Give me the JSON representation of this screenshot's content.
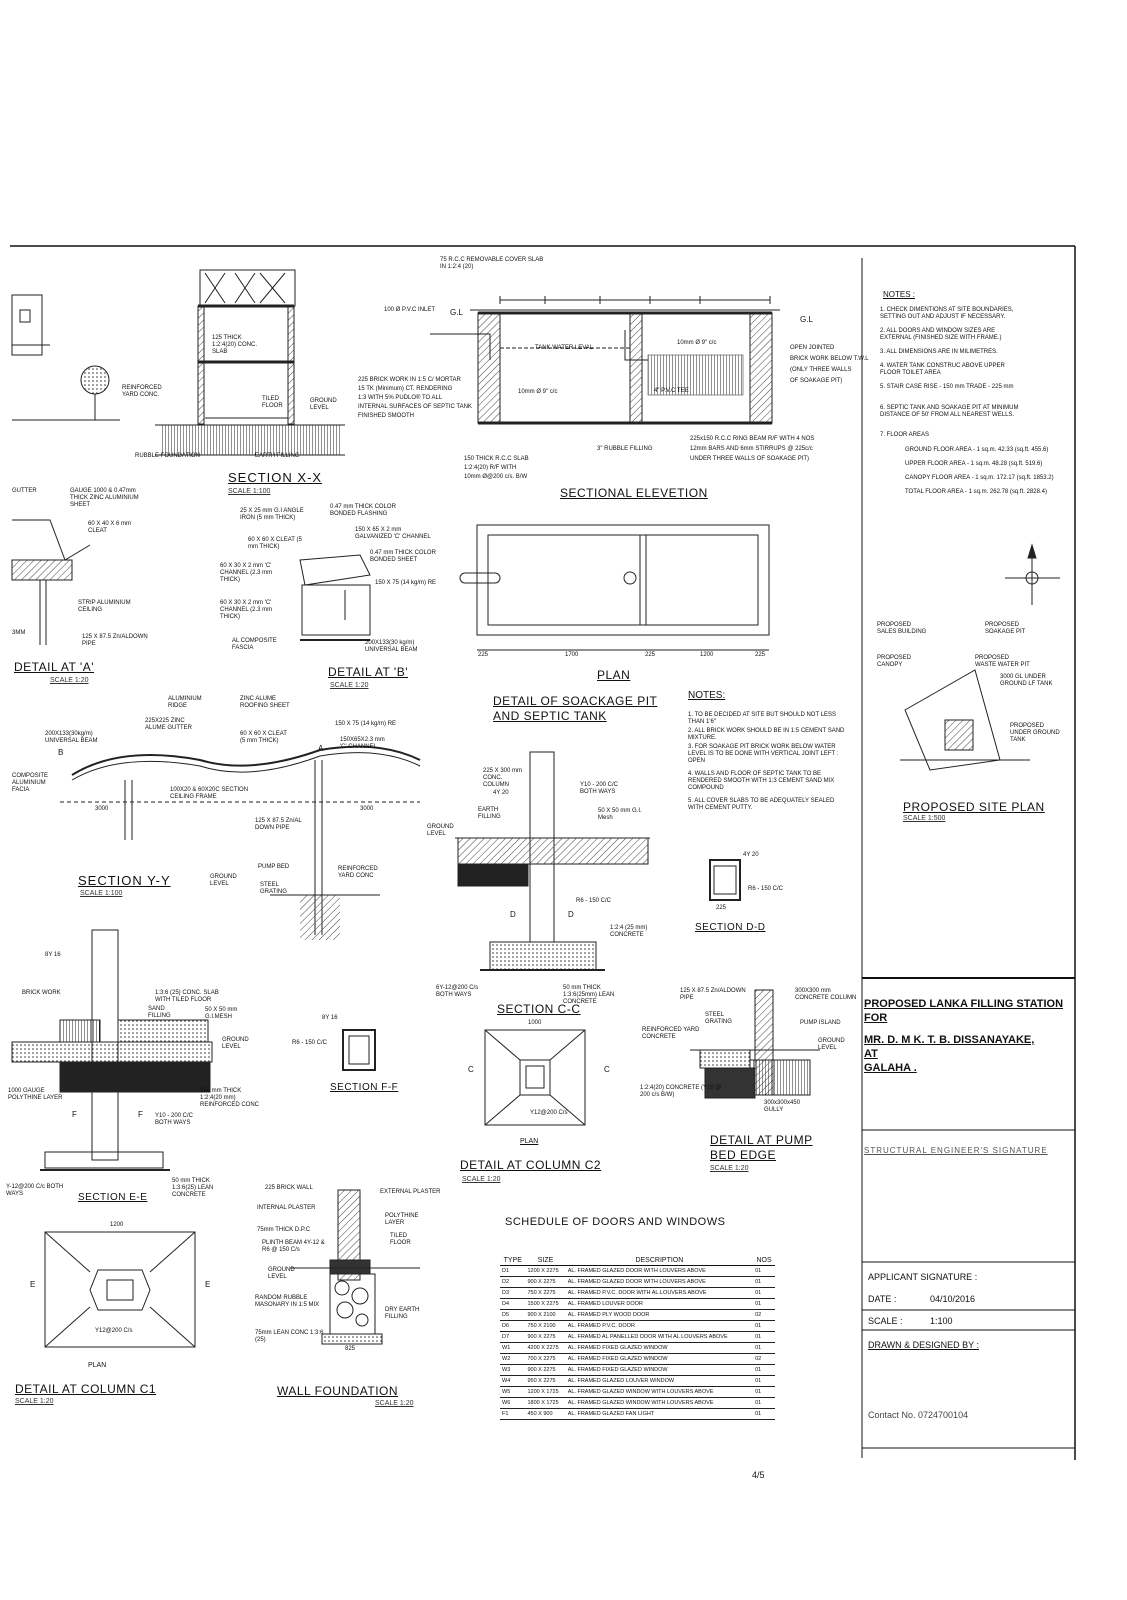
{
  "colors": {
    "ink": "#111111",
    "paper": "#ffffff",
    "hatch": "#555555"
  },
  "page_marks": {
    "sheet_no": "4/5"
  },
  "section_xx": {
    "title": "SECTION X-X",
    "scale": "SCALE 1:100",
    "labels": [
      "125 THICK 1:2:4(20) CONC. SLAB",
      "TILED FLOOR",
      "REINFORCED YARD CONC.",
      "GROUND LEVEL",
      "RUBBLE FOUNDATION",
      "EARTH FILLING"
    ]
  },
  "sectional_elevation": {
    "title": "SECTIONAL ELEVETION",
    "labels": [
      "75 R.C.C REMOVABLE COVER SLAB IN 1:2:4 (20)",
      "100 Ø P.V.C INLET",
      "G.L",
      "TANK WATER LEVAL",
      "10mm Ø 9\" c/c",
      "225 BRICK WORK IN 1:5 C/ MORTAR",
      "15 TK (Minimum) CT. RENDERING",
      "1:3 WITH 5% PUDLO® TO ALL",
      "INTERNAL SURFACES OF SEPTIC TANK",
      "FINISHED SMOOTH",
      "4\" P.V.C TEE",
      "OPEN JOINTED",
      "BRICK WORK BELOW T.W.L",
      "(ONLY THREE WALLS",
      "OF SOAKAGE PIT)",
      "10mm Ø 9\" c/c",
      "3\" RUBBLE FILLING",
      "150 THICK R.C.C SLAB",
      "1:2:4(20) R/F WITH",
      "10mm Ø@200 c/s. B/W",
      "225x150 R.C.C RING BEAM R/F WITH 4 NOS",
      "12mm BARS AND 6mm STIRRUPS @ 225c/c",
      "UNDER THREE WALLS OF SOAKAGE PIT)"
    ]
  },
  "notes_top": {
    "heading": "NOTES :",
    "items": [
      "1. CHECK DIMENTIONS AT SITE BOUNDARIES, SETTING OUT AND ADJUST IF NECESSARY.",
      "2. ALL DOORS AND WINDOW SIZES ARE EXTERNAL (FINISHED SIZE WITH FRAME.)",
      "3. ALL DIMENSIONS ARE IN MILIMETRES.",
      "4. WATER TANK CONSTRUC ABOVE UPPER FLOOR TOILET AREA",
      "5. STAIR CASE RISE - 150 mm TRADE - 225 mm",
      "6. SEPTIC TANK AND SOAKAGE PIT AT MINIMUM DISTANCE OF 50' FROM ALL NEAREST WELLS.",
      "7. FLOOR AREAS"
    ],
    "floor_areas": [
      "GROUND FLOOR AREA - 1 sq.m. 42.33 (sq.ft. 455.6)",
      "UPPER FLOOR AREA - 1 sq.m. 48.28 (sq.ft. 519.6)",
      "CANOPY FLOOR AREA - 1 sq.m. 172.17 (sq.ft. 1853.2)",
      "TOTAL FLOOR AREA - 1 sq.m. 262.78 (sq.ft. 2828.4)"
    ]
  },
  "detail_a": {
    "title": "DETAIL AT 'A'",
    "scale": "SCALE 1:20",
    "labels": [
      "GUTTER",
      "GAUGE 1000 & 0.47mm THICK ZINC ALUMINIUM SHEET",
      "60 X 40 X 6 mm CLEAT",
      "STRIP ALUMINIUM CEILING",
      "125 X 87.5 Zn/ALDOWN PIPE",
      "3MM"
    ]
  },
  "detail_b": {
    "title": "DETAIL AT 'B'",
    "scale": "SCALE 1:20",
    "labels": [
      "25 X 25 mm G.I ANGLE IRON (5 mm THICK)",
      "60 X 60 X CLEAT (5 mm THICK)",
      "60 X 30 X 2 mm 'C' CHANNEL (2.3 mm THICK)",
      "60 X 30 X 2 mm 'C' CHANNEL (2.3 mm THICK)",
      "AL COMPOSITE FASCIA",
      "0.47 mm THICK COLOR BONDED FLASHING",
      "150 X 65 X 2 mm GALVANIZED 'C' CHANNEL",
      "0.47 mm THICK COLOR BONDED SHEET",
      "150 X 75 (14 kg/m) RE",
      "200X133(30 kg/m) UNIVERSAL BEAM"
    ]
  },
  "plan": {
    "title": "PLAN",
    "dims": [
      "225",
      "1700",
      "225",
      "1200",
      "225"
    ]
  },
  "detail_soakage": {
    "title": "DETAIL OF SOACKAGE PIT AND SEPTIC TANK"
  },
  "notes_mid": {
    "heading": "NOTES:",
    "items": [
      "1. TO BE DECIDED AT SITE BUT SHOULD NOT LESS THAN 1'6\"",
      "2. ALL BRICK WORK SHOULD BE IN 1:5 CEMENT SAND MIXTURE.",
      "3. FOR SOAKAGE PIT BRICK WORK BELOW WATER LEVEL IS TO BE DONE WITH VERTICAL JOINT LEFT : OPEN",
      "4. WALLS AND FLOOR OF SEPTIC TANK TO BE RENDERED SMOOTH WITH 1:3 CEMENT SAND MIX COMPOUND",
      "5. ALL COVER SLABS TO BE ADEQUATELY SEALED WITH CEMENT PUTTY."
    ]
  },
  "site_plan": {
    "title": "PROPOSED SITE PLAN",
    "scale": "SCALE 1:500",
    "labels": [
      "PROPOSED SALES BUILDING",
      "PROPOSED SOAKAGE PIT",
      "PROPOSED CANOPY",
      "PROPOSED WASTE WATER PIT",
      "3000 GL UNDER GROUND LF TANK",
      "PROPOSED UNDER GROUND TANK"
    ]
  },
  "section_yy": {
    "title": "SECTION Y-Y",
    "scale": "SCALE 1:100",
    "labels": [
      "ALUMINIUM RIDGE",
      "ZINC ALUME ROOFING SHEET",
      "225X225 ZINC ALUME GUTTER",
      "200X133(30kg/m) UNIVERSAL BEAM",
      "60 X 60 X CLEAT (5 mm THICK)",
      "150 X 75 (14 kg/m) RE",
      "150X65X2.3 mm 'C' CHANNEL",
      "COMPOSITE ALUMINIUM FACIA",
      "100X20 & 60X20C SECTION CEILING FRAME",
      "125 X 87.5 Zn/AL DOWN PIPE",
      "PUMP BED",
      "STEEL GRATING",
      "GROUND LEVEL",
      "REINFORCED YARD CONC",
      "B",
      "A",
      "3000",
      "3000"
    ]
  },
  "section_cc": {
    "title": "SECTION C-C",
    "labels": [
      "225 X 300 mm CONC. COLUMN",
      "4Y 20",
      "EARTH FILLING",
      "Y10 - 200 C/C BOTH WAYS",
      "50 X 50 mm G.I. Mesh",
      "GROUND LEVEL",
      "R6 - 150 C/C",
      "1:2:4 (25 mm) CONCRETE",
      "6Y-12@200 C/s BOTH WAYS",
      "50 mm THICK 1:3:6(25mm) LEAN CONCRETE",
      "D",
      "D"
    ]
  },
  "section_dd": {
    "title": "SECTION D-D",
    "labels": [
      "4Y 20",
      "R6 - 150 C/C",
      "225"
    ]
  },
  "section_ee": {
    "title": "SECTION E-E",
    "labels": [
      "8Y 16",
      "BRICK WORK",
      "1:3:6 (25) CONC. SLAB WITH TILED FLOOR",
      "SAND FILLING",
      "50 X 50 mm G.I.MESH",
      "GROUND LEVEL",
      "1000 GAUGE POLYTHINE LAYER",
      "150 mm THICK 1:2:4(20 mm) REINFORCED CONC",
      "Y10 - 200 C/C BOTH WAYS",
      "50 mm THICK 1:3:6(25) LEAN CONCRETE",
      "Y-12@200 C/c BOTH WAYS",
      "F",
      "F"
    ]
  },
  "section_ff": {
    "title": "SECTION F-F",
    "labels": [
      "8Y 16",
      "R6 - 150 C/C"
    ]
  },
  "column_c2": {
    "title": "DETAIL AT COLUMN C2",
    "scale": "SCALE 1:20",
    "plan_label": "PLAN",
    "labels": [
      "1000",
      "Y12@200 C/s",
      "C",
      "C"
    ]
  },
  "column_c1": {
    "title": "DETAIL AT COLUMN C1",
    "scale": "SCALE 1:20",
    "plan_label": "PLAN",
    "labels": [
      "1200",
      "Y12@200 C/s",
      "E",
      "E"
    ]
  },
  "pump_bed": {
    "title": "DETAIL AT PUMP BED EDGE",
    "scale": "SCALE 1:20",
    "labels": [
      "125 X 87.5 Zn/ALDOWN PIPE",
      "STEEL GRATING",
      "300X300 mm CONCRETE COLUMN",
      "PUMP ISLAND",
      "REINFORCED YARD CONCRETE",
      "GROUND LEVEL",
      "1:2:4(20) CONCRETE (Y10 @ 200 c/s B/W)",
      "300x300x450 GULLY"
    ]
  },
  "wall_foundation": {
    "title": "WALL FOUNDATION",
    "scale": "SCALE 1:20",
    "labels": [
      "225 BRICK WALL",
      "EXTERNAL PLASTER",
      "INTERNAL PLASTER",
      "75mm THICK D.P.C",
      "PLINTH BEAM 4Y-12 & R6 @ 150 C/s",
      "POLYTHINE LAYER",
      "TILED FLOOR",
      "GROUND LEVEL",
      "RANDOM RUBBLE MASONARY IN 1:5 MIX",
      "DRY EARTH FILLING",
      "75mm LEAN CONC 1:3:6 (25)",
      "825"
    ]
  },
  "schedule": {
    "title": "SCHEDULE OF DOORS AND WINDOWS",
    "headers": [
      "TYPE",
      "SIZE",
      "DESCRIPTION",
      "NOS"
    ],
    "rows": [
      [
        "D1",
        "1200 X 2275",
        "AL. FRAMED GLAZED DOOR WITH LOUVERS ABOVE",
        "01"
      ],
      [
        "D2",
        "900 X 2275",
        "AL. FRAMED GLAZED DOOR WITH LOUVERS ABOVE",
        "01"
      ],
      [
        "D3",
        "750 X 2275",
        "AL. FRAMED P.V.C. DOOR WITH AL.LOUVERS ABOVE",
        "01"
      ],
      [
        "D4",
        "1500 X 2275",
        "AL. FRAMED LOUVER DOOR",
        "01"
      ],
      [
        "D5",
        "900 X 2100",
        "AL. FRAMED PLY WOOD DOOR",
        "02"
      ],
      [
        "D6",
        "750 X 2100",
        "AL. FRAMED P.V.C. DOOR",
        "01"
      ],
      [
        "D7",
        "900 X 2275",
        "AL. FRAMED AL PANELLED DOOR WITH AL LOUVERS ABOVE",
        "01"
      ],
      [
        "W1",
        "4200 X 2275",
        "AL. FRAMED FIXED GLAZED WINDOW",
        "01"
      ],
      [
        "W2",
        "700 X 2275",
        "AL. FRAMED FIXED GLAZED WINDOW",
        "02"
      ],
      [
        "W3",
        "900 X 2275",
        "AL. FRAMED FIXED GLAZED WINDOW",
        "01"
      ],
      [
        "W4",
        "950 X 2275",
        "AL. FRAMED GLAZED LOUVER WINDOW",
        "01"
      ],
      [
        "W5",
        "1200 X 1725",
        "AL. FRAMED GLAZED WINDOW WITH LOUVERS ABOVE",
        "01"
      ],
      [
        "W6",
        "1800 X 1725",
        "AL. FRAMED GLAZED WINDOW WITH LOUVERS ABOVE",
        "01"
      ],
      [
        "F1",
        "450 X 900",
        "AL. FRAMED GLAZED FAN LIGHT",
        "01"
      ]
    ]
  },
  "title_block": {
    "project": [
      "PROPOSED LANKA FILLING STATION",
      "FOR",
      "MR.  D. M K. T. B. DISSANAYAKE,",
      "AT",
      "GALAHA ."
    ],
    "engineer_sig": "STRUCTURAL ENGINEER'S SIGNATURE",
    "applicant_sig": "APPLICANT SIGNATURE :",
    "date_label": "DATE :",
    "date_value": "04/10/2016",
    "scale_label": "SCALE :",
    "scale_value": "1:100",
    "drawn_label": "DRAWN & DESIGNED BY :",
    "contact": "Contact No. 0724700104"
  }
}
